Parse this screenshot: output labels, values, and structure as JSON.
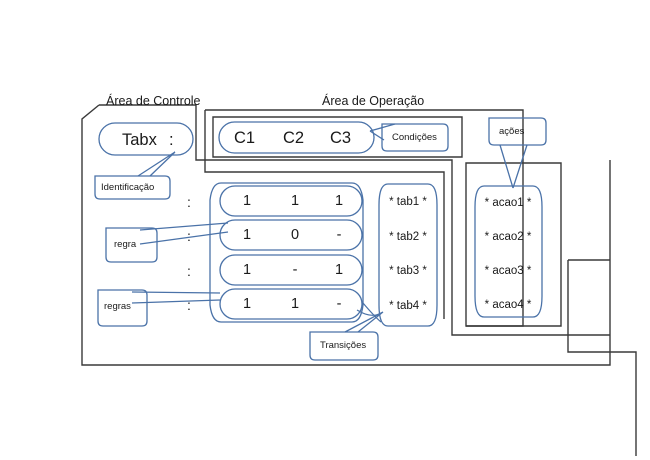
{
  "diagram": {
    "title_control": "Área de Controle",
    "title_operation": "Área de Operação",
    "identification": {
      "label": "Tabx",
      "colon": ":",
      "callout": "Identificação"
    },
    "conditions": {
      "headers": [
        "C1",
        "C2",
        "C3"
      ],
      "callout": "Condições"
    },
    "actions": {
      "callout": "ações",
      "items": [
        "* acao1 *",
        "* acao2 *",
        "* acao3 *",
        "* acao4 *"
      ]
    },
    "transitions": {
      "callout": "Transições",
      "items": [
        "* tab1 *",
        "* tab2 *",
        "* tab3 *",
        "* tab4 *"
      ]
    },
    "rules": {
      "callout_singular": "regra",
      "callout_plural": "regras",
      "colon": ":",
      "rows": [
        {
          "colon": ":",
          "cells": [
            "1",
            "1",
            "1"
          ],
          "transition": "* tab1 *"
        },
        {
          "colon": ":",
          "cells": [
            "1",
            "0",
            "-"
          ],
          "transition": "* tab2 *"
        },
        {
          "colon": ":",
          "cells": [
            "1",
            "-",
            "1"
          ],
          "transition": "* tab3 *"
        },
        {
          "colon": ":",
          "cells": [
            "1",
            "1",
            "-"
          ],
          "transition": "* tab4 *"
        }
      ]
    },
    "colors": {
      "shape_stroke": "#4a72a8",
      "frame_stroke": "#3a3a3a",
      "text": "#1a1a1a",
      "background": "#ffffff"
    }
  }
}
